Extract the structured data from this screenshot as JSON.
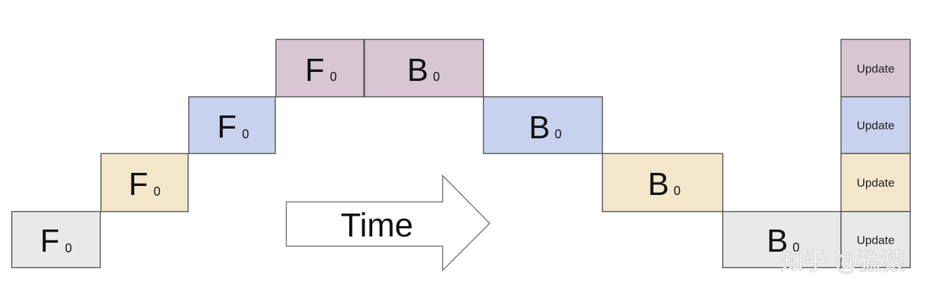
{
  "diagram": {
    "colors": {
      "purple": "#d9c6d3",
      "blue": "#c8d2ef",
      "tan": "#f3e6cb",
      "gray": "#e9e9e9",
      "border": "#555555"
    },
    "forward_blocks": [
      {
        "main": "F",
        "sub": "0",
        "color": "gray"
      },
      {
        "main": "F",
        "sub": "0",
        "color": "tan"
      },
      {
        "main": "F",
        "sub": "0",
        "color": "blue"
      },
      {
        "main": "F",
        "sub": "0",
        "color": "purple"
      }
    ],
    "backward_blocks": [
      {
        "main": "B",
        "sub": "0",
        "color": "purple"
      },
      {
        "main": "B",
        "sub": "0",
        "color": "blue"
      },
      {
        "main": "B",
        "sub": "0",
        "color": "tan"
      },
      {
        "main": "B",
        "sub": "0",
        "color": "gray"
      }
    ],
    "update_blocks": [
      {
        "label": "Update",
        "color": "purple"
      },
      {
        "label": "Update",
        "color": "blue"
      },
      {
        "label": "Update",
        "color": "tan"
      },
      {
        "label": "Update",
        "color": "gray"
      }
    ],
    "arrow_label": "Time",
    "watermark": "知乎 @猛猿"
  }
}
